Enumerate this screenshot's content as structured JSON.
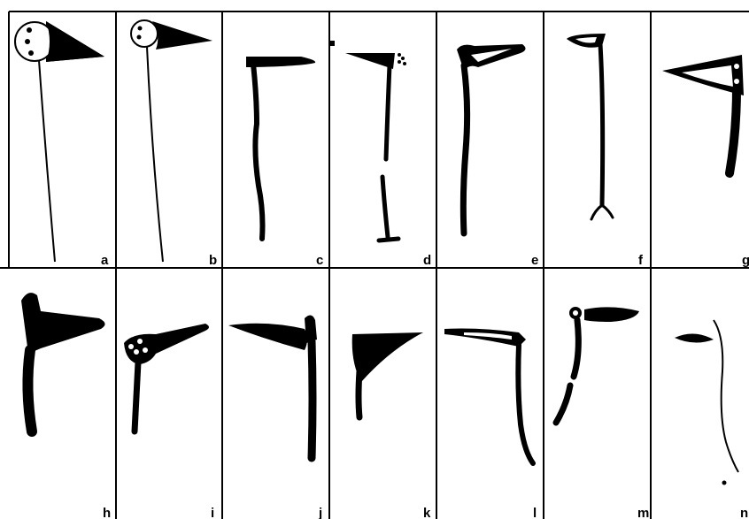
{
  "figure": {
    "rows": [
      {
        "cells": [
          {
            "label": "a",
            "icon": "flag-dotted-disc-pennant-icon"
          },
          {
            "label": "b",
            "icon": "flag-dotted-disc-pennant-icon"
          },
          {
            "label": "c",
            "icon": "flag-horizontal-blade-icon"
          },
          {
            "label": "d",
            "icon": "flag-triangle-pole-base-icon"
          },
          {
            "label": "e",
            "icon": "flag-split-pennant-icon"
          },
          {
            "label": "f",
            "icon": "flag-forked-pole-icon"
          },
          {
            "label": "g",
            "icon": "flag-dotted-reverse-pennant-icon"
          }
        ]
      },
      {
        "cells": [
          {
            "label": "h",
            "icon": "flag-heavy-pennant-icon"
          },
          {
            "label": "i",
            "icon": "flag-dotted-short-pole-icon"
          },
          {
            "label": "j",
            "icon": "flag-reverse-blade-icon"
          },
          {
            "label": "k",
            "icon": "flag-solid-triangle-icon"
          },
          {
            "label": "l",
            "icon": "flag-thin-pennant-curved-pole-icon"
          },
          {
            "label": "m",
            "icon": "flag-broken-pole-icon"
          },
          {
            "label": "n",
            "icon": "flag-leaf-thin-pole-icon"
          }
        ]
      }
    ]
  }
}
